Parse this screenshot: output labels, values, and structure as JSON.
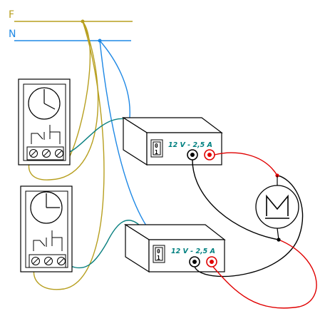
{
  "lines": {
    "phase": {
      "label": "F",
      "color": "#b79f1f"
    },
    "neutral": {
      "label": "N",
      "color": "#1e88e5"
    }
  },
  "power_supplies": [
    {
      "rating": "12 V - 2,5 A",
      "switch_label": "0 1"
    },
    {
      "rating": "12 V - 2,5 A",
      "switch_label": "0 1"
    }
  ],
  "colors": {
    "timer_output": "#0a8080",
    "positive": "#e00000",
    "negative": "#000000"
  },
  "components": {
    "timers": [
      "timer-switch-1",
      "timer-switch-2"
    ],
    "motor": "motor-icon"
  }
}
